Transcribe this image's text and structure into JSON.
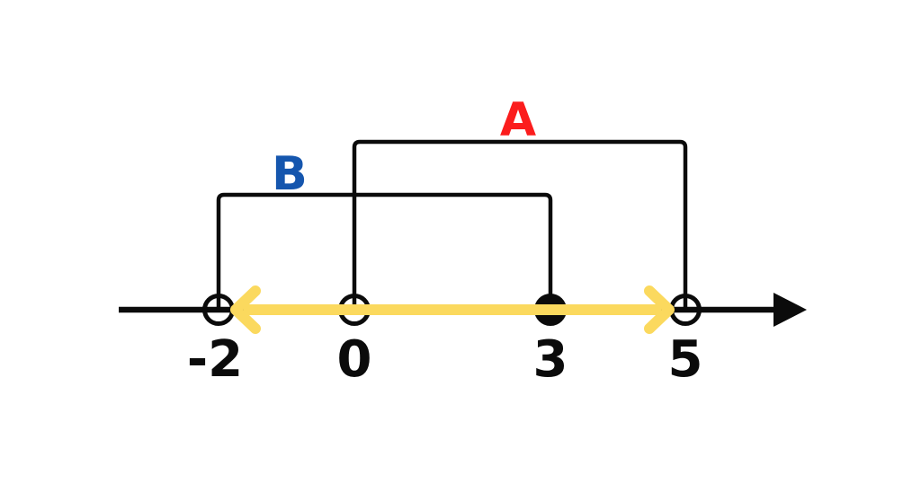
{
  "diagram": {
    "type": "number-line-with-intervals",
    "background_color": "#ffffff",
    "ink_color": "#0b0b0b",
    "points": [
      {
        "value": "-2",
        "style": "open"
      },
      {
        "value": "0",
        "style": "open"
      },
      {
        "value": "3",
        "style": "closed"
      },
      {
        "value": "5",
        "style": "open"
      }
    ],
    "intervals": [
      {
        "label": "A",
        "color": "#fb1d1d",
        "from": "0",
        "to": "5"
      },
      {
        "label": "B",
        "color": "#1556ae",
        "from": "-2",
        "to": "3"
      }
    ],
    "highlight": {
      "style": "double-headed-arrow",
      "color": "#fbd95e",
      "from": "-2",
      "to": "5"
    }
  }
}
